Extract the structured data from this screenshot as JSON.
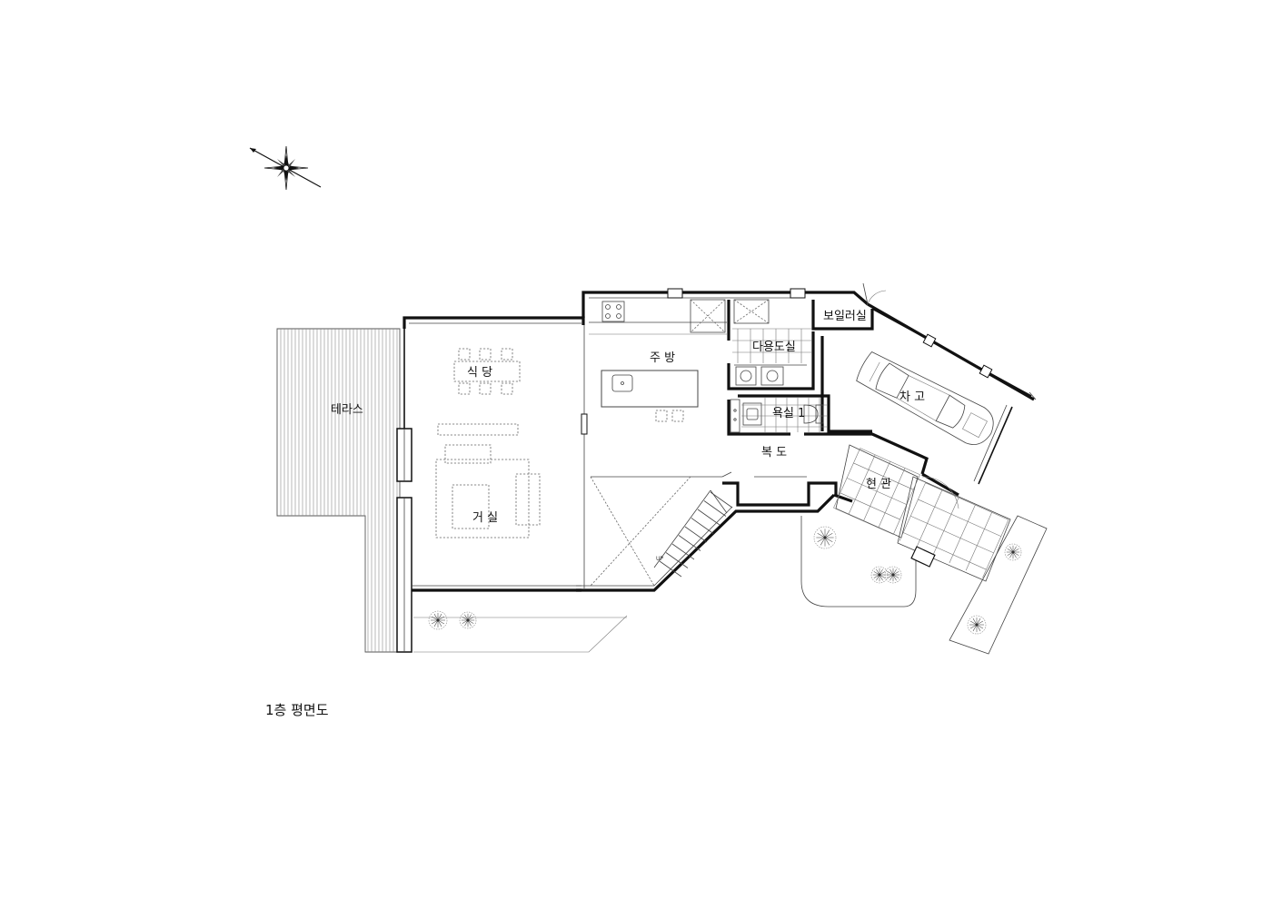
{
  "drawing": {
    "title": "1층 평면도",
    "rooms": {
      "terrace": "테라스",
      "dining": "식 당",
      "living": "거 실",
      "kitchen": "주 방",
      "utility": "다용도실",
      "boiler": "보일러실",
      "garage": "차 고",
      "bathroom": "욕실 1",
      "hallway": "복 도",
      "entrance": "현 관"
    },
    "stair_mark": "UP"
  }
}
